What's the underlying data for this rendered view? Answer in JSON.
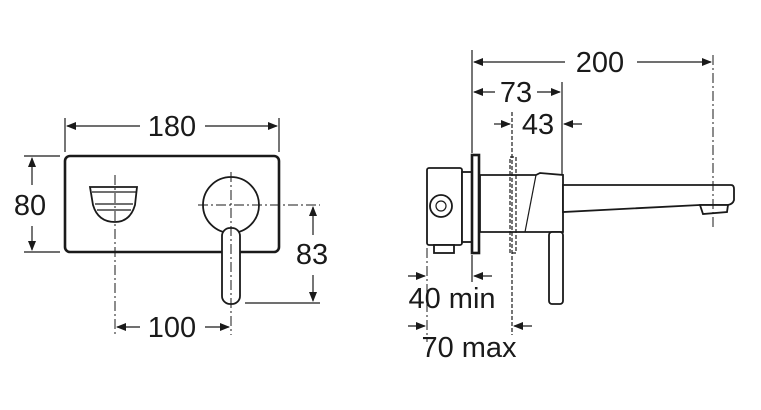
{
  "front_view": {
    "width": "180",
    "height": "80",
    "lever_drop": "83",
    "center_distance": "100"
  },
  "side_view": {
    "total_projection": "200",
    "body_projection": "73",
    "wall_offset": "43",
    "min_depth": "40 min",
    "max_depth": "70 max"
  },
  "colors": {
    "line": "#1a1a1a",
    "background": "#ffffff"
  }
}
